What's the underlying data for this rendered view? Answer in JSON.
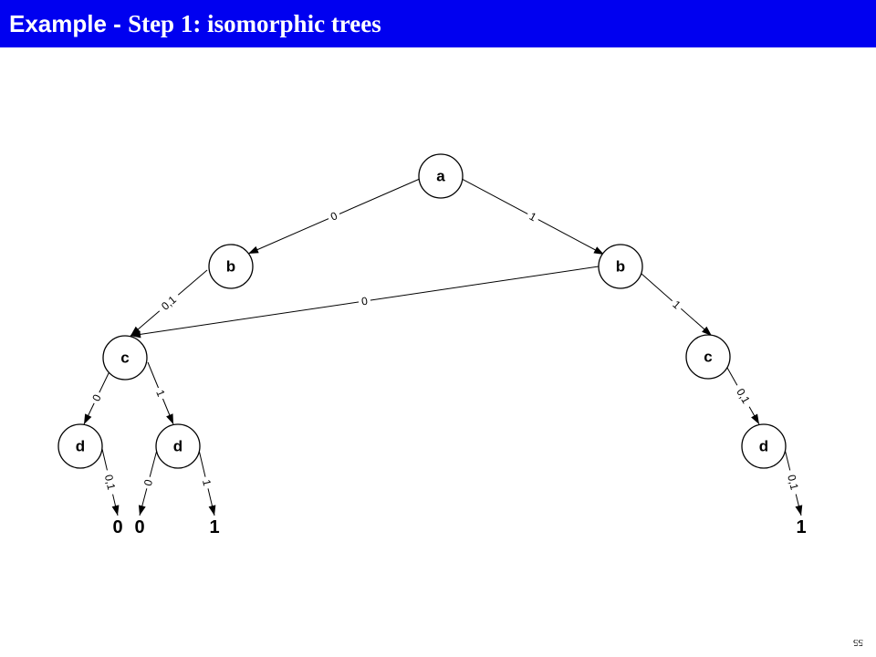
{
  "slide": {
    "title_main": "Example - ",
    "title_sub": "Step 1: isomorphic trees",
    "page_number": "55",
    "title_bar_color": "#0000f0"
  },
  "nodes": [
    {
      "id": "a",
      "label": "a"
    },
    {
      "id": "b1",
      "label": "b"
    },
    {
      "id": "b2",
      "label": "b"
    },
    {
      "id": "c1",
      "label": "c"
    },
    {
      "id": "c2",
      "label": "c"
    },
    {
      "id": "d1",
      "label": "d"
    },
    {
      "id": "d2",
      "label": "d"
    },
    {
      "id": "d3",
      "label": "d"
    }
  ],
  "leaves": [
    {
      "id": "t0a",
      "label": "0"
    },
    {
      "id": "t0b",
      "label": "0"
    },
    {
      "id": "t1a",
      "label": "1"
    },
    {
      "id": "t1b",
      "label": "1"
    }
  ],
  "edges": [
    {
      "from": "a",
      "to": "b1",
      "label": "0"
    },
    {
      "from": "a",
      "to": "b2",
      "label": "1"
    },
    {
      "from": "b1",
      "to": "c1",
      "label": "0,1"
    },
    {
      "from": "b2",
      "to": "c1",
      "label": "0"
    },
    {
      "from": "b2",
      "to": "c2",
      "label": "1"
    },
    {
      "from": "c1",
      "to": "d1",
      "label": "0"
    },
    {
      "from": "c1",
      "to": "d2",
      "label": "1"
    },
    {
      "from": "c2",
      "to": "d3",
      "label": "0,1"
    },
    {
      "from": "d1",
      "to": "t0a",
      "label": "0,1"
    },
    {
      "from": "d2",
      "to": "t0b",
      "label": "0"
    },
    {
      "from": "d2",
      "to": "t1a",
      "label": "1"
    },
    {
      "from": "d3",
      "to": "t1b",
      "label": "0,1"
    }
  ]
}
